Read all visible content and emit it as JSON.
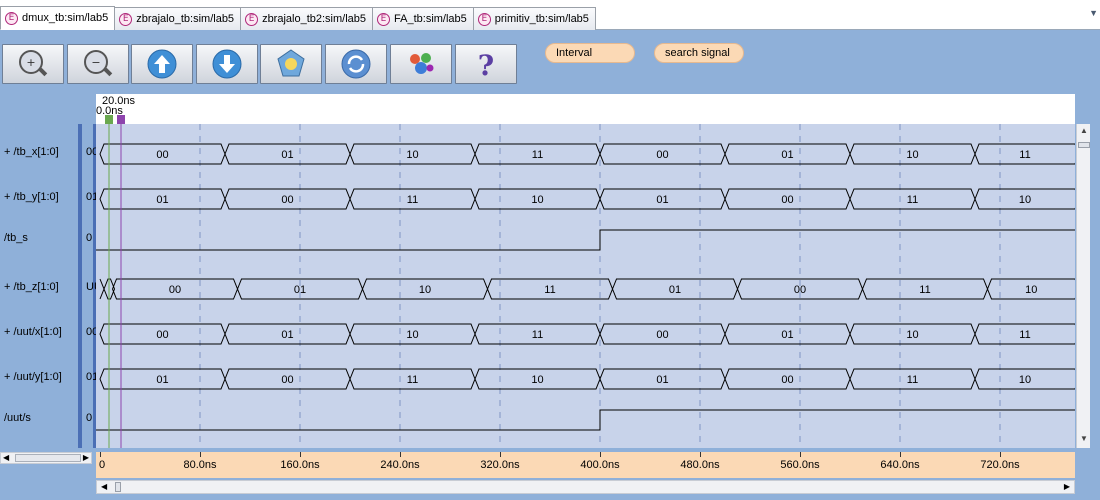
{
  "tabs": [
    {
      "label": "dmux_tb:sim/lab5",
      "active": true
    },
    {
      "label": "zbrajalo_tb:sim/lab5",
      "active": false
    },
    {
      "label": "zbrajalo_tb2:sim/lab5",
      "active": false
    },
    {
      "label": "FA_tb:sim/lab5",
      "active": false
    },
    {
      "label": "primitiv_tb:sim/lab5",
      "active": false
    }
  ],
  "tab_icon_glyph": "E",
  "toolbar": {
    "buttons": [
      {
        "icon": "zoom-in-icon"
      },
      {
        "icon": "zoom-out-icon"
      },
      {
        "icon": "arrow-up-icon"
      },
      {
        "icon": "arrow-down-icon"
      },
      {
        "icon": "zoom-fit-icon"
      },
      {
        "icon": "refresh-icon"
      },
      {
        "icon": "cluster-icon"
      },
      {
        "icon": "help-icon"
      }
    ],
    "interval_label": "Interval",
    "search_label": "search signal"
  },
  "cursors": {
    "primary_label": "20.0ns",
    "secondary_label": "0.0ns",
    "primary_color": "#6aa84f",
    "secondary_color": "#8e44ad"
  },
  "colors": {
    "wave_bg": "#c8d3ea",
    "panel_bg": "#8fb0d9",
    "axis_bg": "#fbd9b5",
    "grid": "#7f95c4"
  },
  "signals": [
    {
      "name": "+ /tb_x[1:0]",
      "value": "00",
      "kind": "bus",
      "values": [
        "00",
        "01",
        "10",
        "11",
        "00",
        "01",
        "10",
        "11"
      ]
    },
    {
      "name": "+ /tb_y[1:0]",
      "value": "01",
      "kind": "bus",
      "values": [
        "01",
        "00",
        "11",
        "10",
        "01",
        "00",
        "11",
        "10"
      ]
    },
    {
      "name": "/tb_s",
      "value": "0",
      "kind": "bit"
    },
    {
      "name": "+ /tb_z[1:0]",
      "value": "UU",
      "kind": "busz",
      "values": [
        "00",
        "01",
        "10",
        "11",
        "01",
        "00",
        "11",
        "10"
      ]
    },
    {
      "name": "+ /uut/x[1:0]",
      "value": "00",
      "kind": "bus",
      "values": [
        "00",
        "01",
        "10",
        "11",
        "00",
        "01",
        "10",
        "11"
      ]
    },
    {
      "name": "+ /uut/y[1:0]",
      "value": "01",
      "kind": "bus",
      "values": [
        "01",
        "00",
        "11",
        "10",
        "01",
        "00",
        "11",
        "10"
      ]
    },
    {
      "name": "/uut/s",
      "value": "0",
      "kind": "bit"
    }
  ],
  "time_axis": {
    "labels": [
      "0",
      "80.0ns",
      "160.0ns",
      "240.0ns",
      "320.0ns",
      "400.0ns",
      "480.0ns",
      "560.0ns",
      "640.0ns",
      "720.0ns"
    ],
    "values_ns": [
      0,
      80,
      160,
      240,
      320,
      400,
      480,
      560,
      640,
      720
    ],
    "max_ns": 780,
    "bit_rise_ns": 400
  }
}
